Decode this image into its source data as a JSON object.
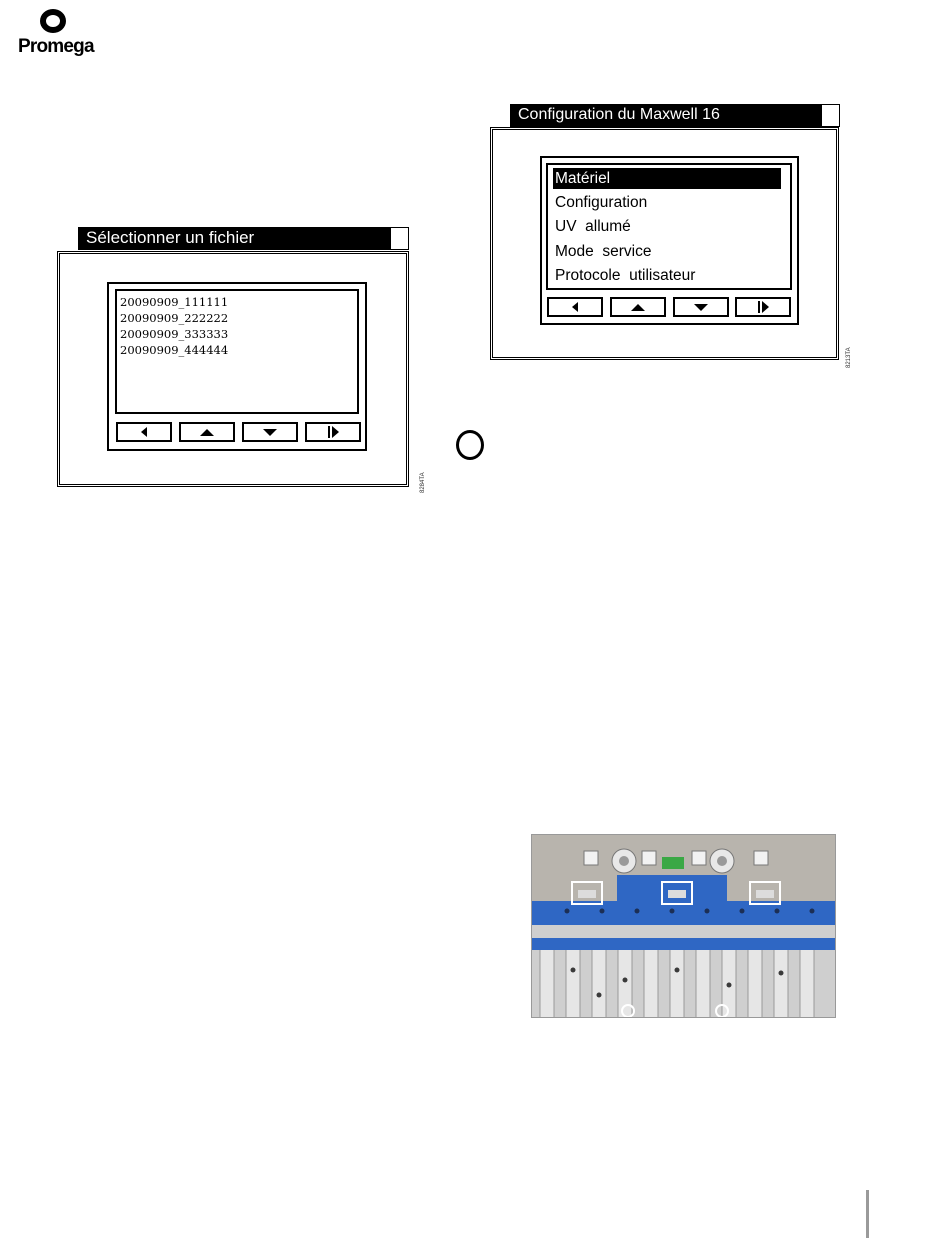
{
  "brand": {
    "name": "Promega"
  },
  "screen_left": {
    "title": "Sélectionner un fichier",
    "files": [
      "20090909_111111",
      "20090909_222222",
      "20090909_333333",
      "20090909_444444"
    ],
    "figure_id": "8284TA",
    "buttons": [
      "back",
      "up",
      "down",
      "select"
    ]
  },
  "screen_right": {
    "title": "Configuration du Maxwell 16",
    "items": [
      "Matériel",
      "Configuration",
      "UV  allumé",
      "Mode  service",
      "Protocole  utilisateur"
    ],
    "selected_index": 0,
    "figure_id": "8213TA",
    "buttons": [
      "back",
      "up",
      "down",
      "select"
    ]
  },
  "photo": {
    "subject": "instrument-hardware-photo",
    "highlight_color": "#ffffff",
    "bar_color": "#2f67c4"
  }
}
